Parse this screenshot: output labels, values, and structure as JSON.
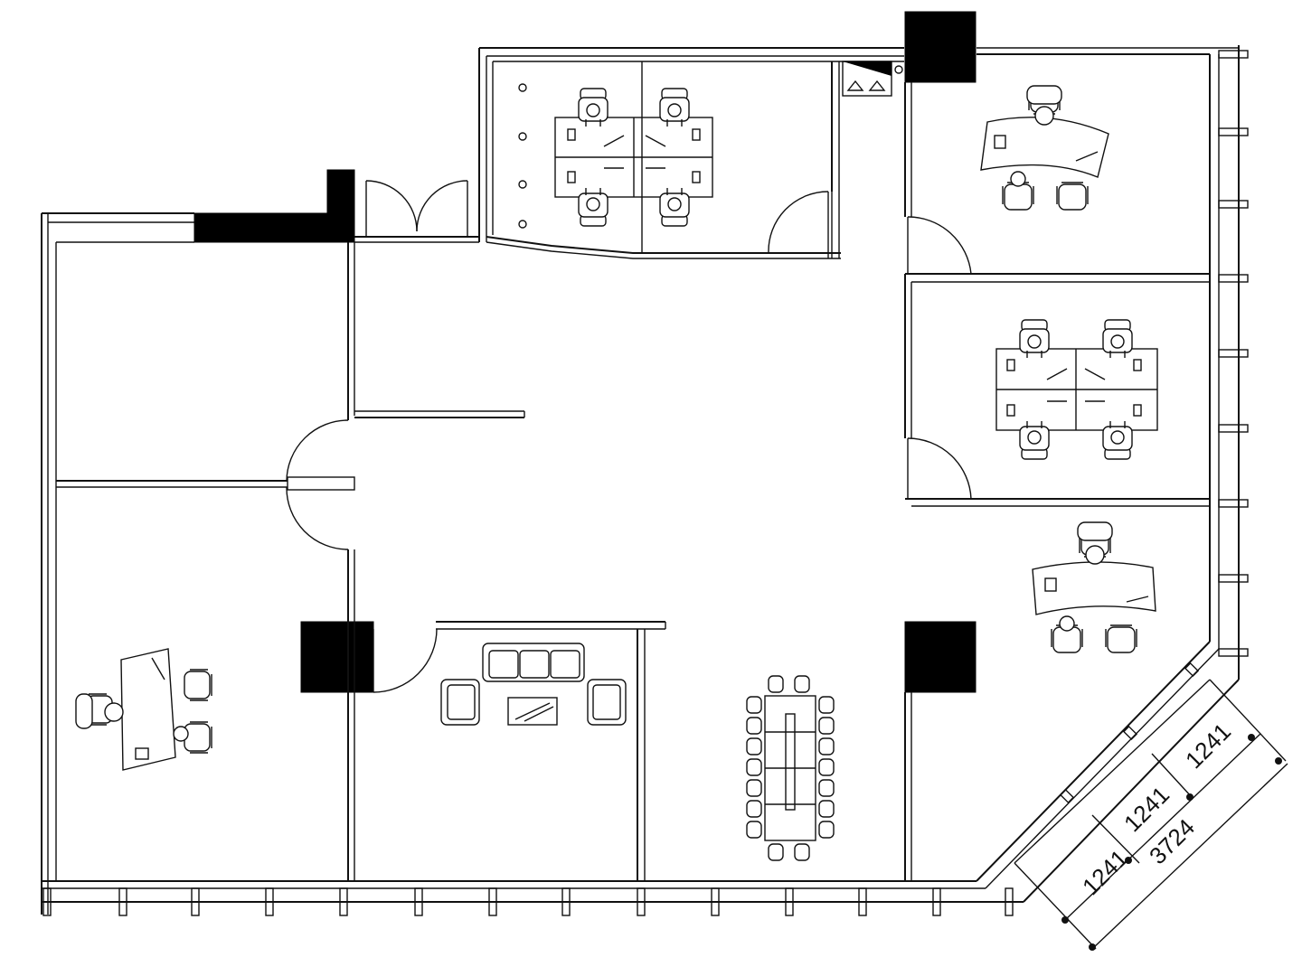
{
  "dimensions": {
    "seg1": "1241",
    "seg2": "1241",
    "seg3": "1241",
    "total": "3724"
  }
}
